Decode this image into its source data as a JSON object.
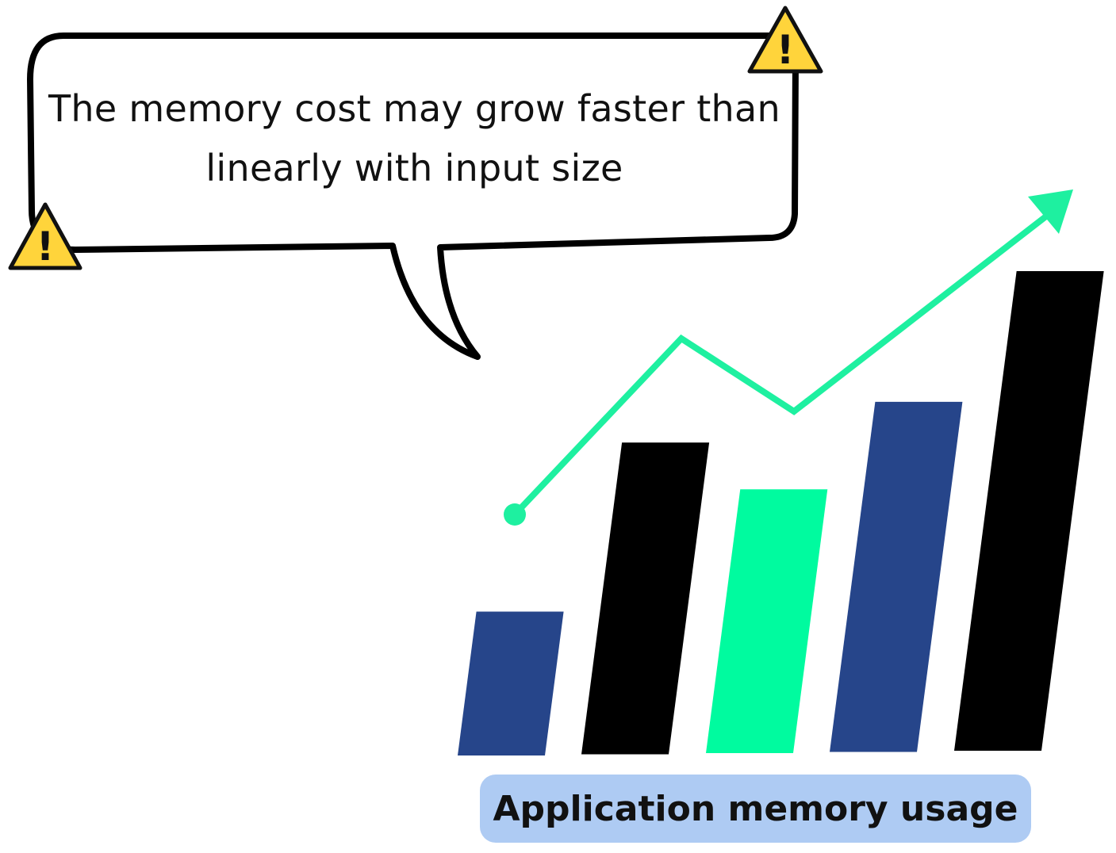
{
  "callout": {
    "line1": "The memory cost may grow faster than",
    "line2": "linearly with input size"
  },
  "warning_icon": {
    "symbol": "!",
    "icon": "warning-triangle-icon",
    "color": "#ffd43b"
  },
  "chart_data": {
    "type": "bar",
    "title": "Application memory usage",
    "values": [
      3,
      6.5,
      5.5,
      7.3,
      10
    ],
    "colors": [
      "#26458a",
      "#000000",
      "#00fb9f",
      "#26458a",
      "#000000"
    ],
    "trend": {
      "color": "#1ef0a0",
      "values": [
        5,
        8.5,
        7,
        11
      ]
    }
  },
  "chart_label": "Application memory usage"
}
